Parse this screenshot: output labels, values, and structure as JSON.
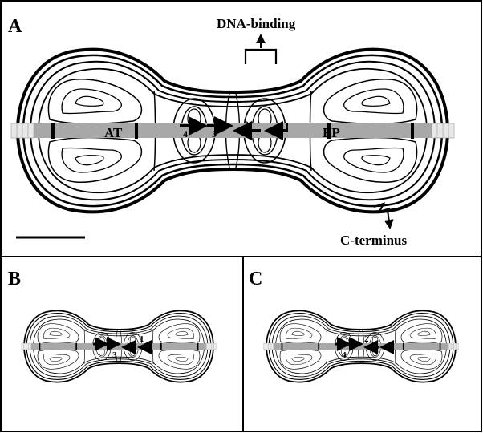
{
  "panels": {
    "a": {
      "letter": "A",
      "label_left": "AT",
      "label_right": "EP",
      "arrow_numbers": [
        "4",
        "3",
        "2"
      ]
    },
    "b": {
      "letter": "B",
      "arrow_numbers": [
        "3",
        "1"
      ]
    },
    "c": {
      "letter": "C",
      "arrow_numbers": [
        "4",
        "2"
      ]
    }
  },
  "annotations": {
    "dna_binding": "DNA-binding",
    "c_terminus": "C-terminus"
  },
  "colors": {
    "ink": "#000000",
    "dna_bar": "#a8a8a8",
    "dna_end": "#e8e8e8",
    "background": "#ffffff"
  }
}
